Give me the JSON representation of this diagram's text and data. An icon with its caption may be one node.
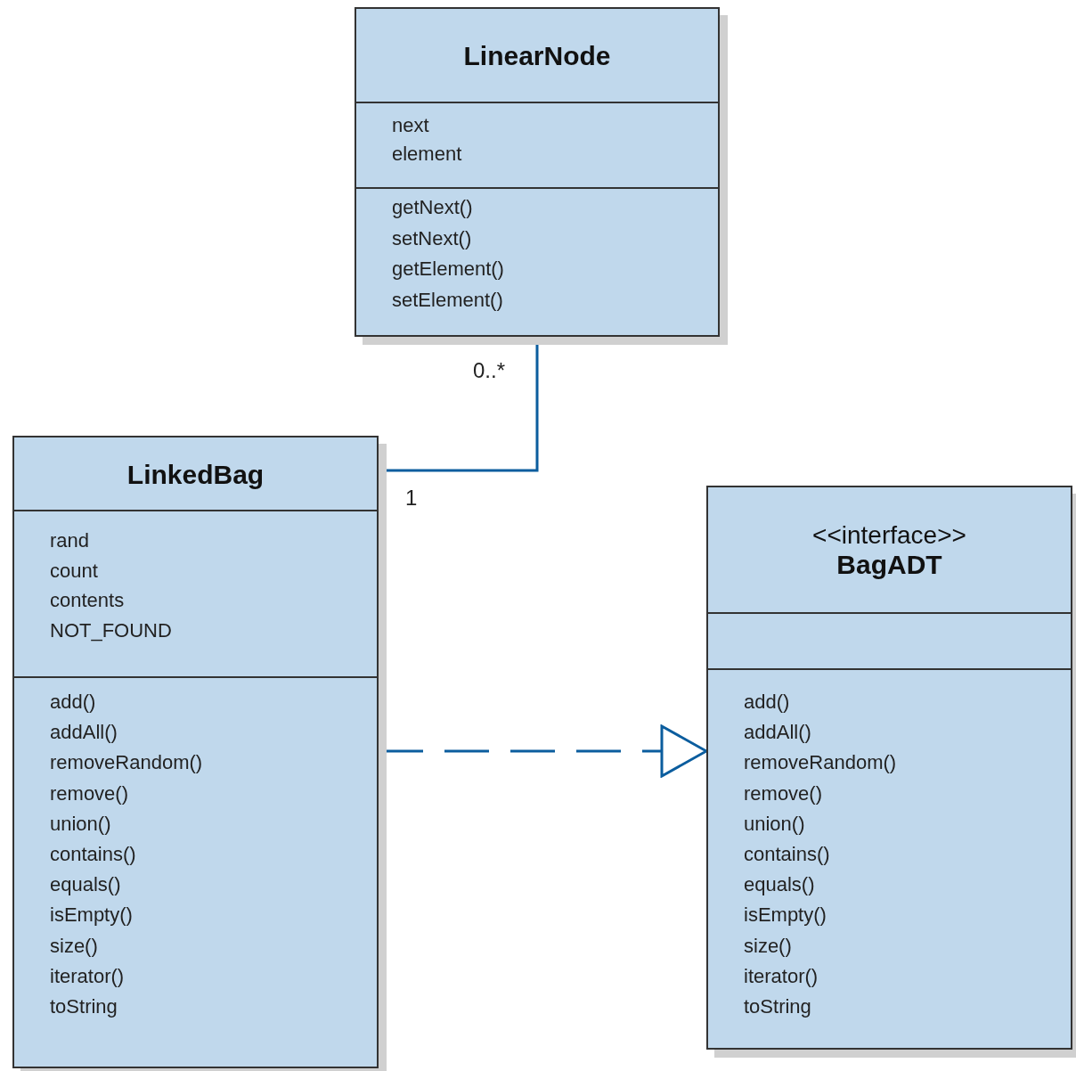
{
  "diagram": {
    "nodes": [
      {
        "text": [
          "LinearNode"
        ]
      },
      {
        "text": [
          "next",
          "element"
        ],
        "in": 0
      },
      {
        "text": [
          "getNext()",
          "setNext()",
          "getElement()",
          "setElement()"
        ],
        "in": 0
      },
      {
        "text": [
          "LinkedBag"
        ]
      },
      {
        "text": [
          "rand",
          "count",
          "contents",
          "NOT_FOUND"
        ],
        "in": 3
      },
      {
        "text": [
          "add()",
          "addAll()",
          "removeRandom()",
          "remove()",
          "union()",
          "contains()",
          "equals()",
          "isEmpty()",
          "size()",
          "iterator()",
          "toString"
        ],
        "in": 3
      },
      {
        "text": [
          "<<interface>>",
          "BagADT"
        ]
      },
      {
        "text": [],
        "shape": "box",
        "in": 6
      },
      {
        "text": [
          "add()",
          "addAll()",
          "removeRandom()",
          "remove()",
          "union()",
          "contains()",
          "equals()",
          "isEmpty()",
          "size()",
          "iterator()",
          "toString"
        ],
        "in": 6
      }
    ],
    "edges": [
      {
        "from": 3,
        "to": 0,
        "arrow": "none"
      },
      {
        "from": 5,
        "to": 8,
        "arrow": "to",
        "style": "dashed"
      }
    ],
    "labels": [
      "0..*",
      "1"
    ]
  }
}
